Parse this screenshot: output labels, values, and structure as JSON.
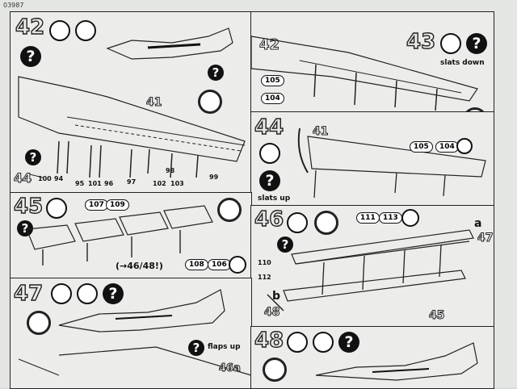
{
  "sheet": {
    "reference": "03987"
  },
  "steps": [
    {
      "number": "42",
      "parts": [
        "41",
        "100",
        "94",
        "95",
        "101",
        "96",
        "97",
        "98",
        "102",
        "103",
        "99",
        "44"
      ]
    },
    {
      "number": "43",
      "caption": "slats down",
      "parts": [
        "42",
        "105",
        "104"
      ]
    },
    {
      "number": "44",
      "caption": "slats up",
      "parts": [
        "41",
        "105",
        "104"
      ]
    },
    {
      "number": "45",
      "parts": [
        "107",
        "109",
        "108",
        "106"
      ],
      "note": "(→46/48!)"
    },
    {
      "number": "46",
      "parts": [
        "111",
        "113",
        "110",
        "112",
        "45"
      ],
      "refs": [
        "a",
        "b",
        "47",
        "48"
      ]
    },
    {
      "number": "47",
      "caption": "flaps up",
      "parts": [
        "46a"
      ]
    },
    {
      "number": "48"
    }
  ],
  "icons": {
    "glue": "glue-tube-icon",
    "paint": "paint-brush-icon",
    "help": "question-mark-icon",
    "wait": "clock-icon"
  }
}
